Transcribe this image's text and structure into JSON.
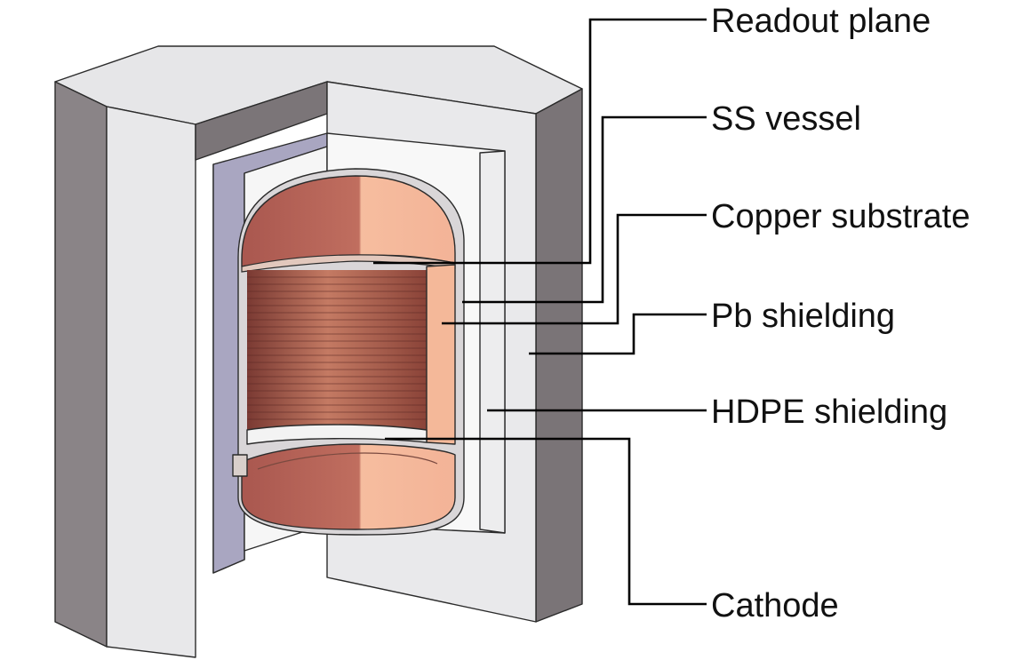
{
  "labels": {
    "readout_plane": "Readout plane",
    "ss_vessel": "SS vessel",
    "copper_substrate": "Copper substrate",
    "pb_shielding": "Pb shielding",
    "hdpe_shielding": "HDPE shielding",
    "cathode": "Cathode"
  },
  "colors": {
    "shield_face_light": "#e4e4e6",
    "shield_face_dark": "#7b7578",
    "pb_layer": "#8c88a6",
    "cavity": "#f7f7f7",
    "copper_light": "#f3b79c",
    "copper_dark": "#b4625a",
    "field_rings": "#6a2f2b",
    "leader_line": "#000000"
  }
}
